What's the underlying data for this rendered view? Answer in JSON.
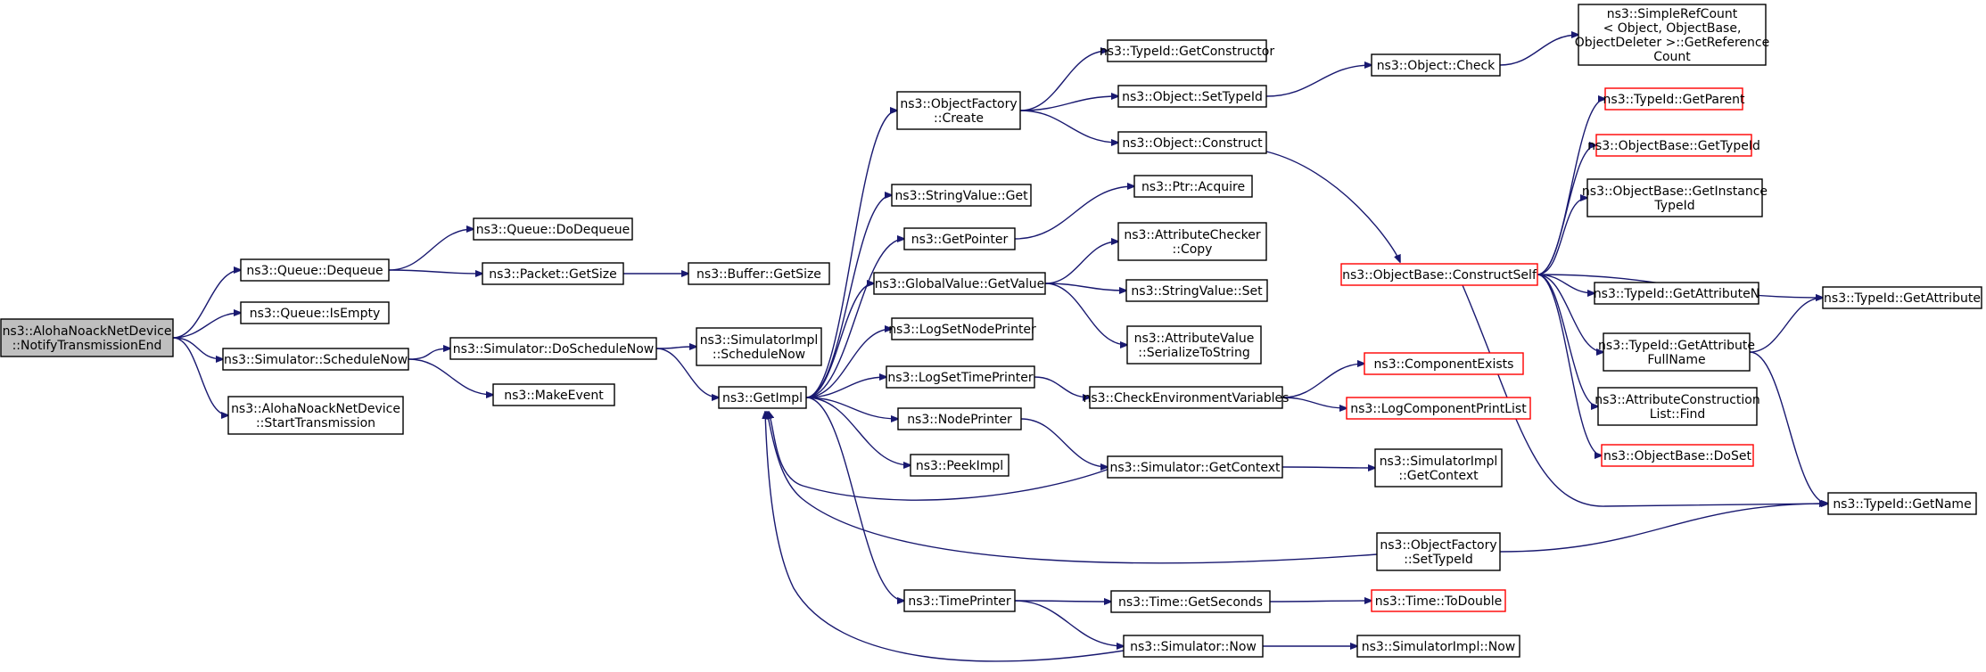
{
  "title": "",
  "colors": {
    "edge": "#191970",
    "root_fill": "#bfbfbf",
    "link_border": "#000000",
    "truncated_border": "#ff0000"
  },
  "nodes": [
    {
      "id": "root",
      "lines": [
        "ns3::AlohaNoackNetDevice",
        "::NotifyTransmissionEnd"
      ],
      "style": "root"
    },
    {
      "id": "q_dequeue",
      "lines": [
        "ns3::Queue::Dequeue"
      ]
    },
    {
      "id": "q_isempty",
      "lines": [
        "ns3::Queue::IsEmpty"
      ]
    },
    {
      "id": "sim_schednow",
      "lines": [
        "ns3::Simulator::ScheduleNow"
      ]
    },
    {
      "id": "aloha_start",
      "lines": [
        "ns3::AlohaNoackNetDevice",
        "::StartTransmission"
      ]
    },
    {
      "id": "q_dodequeue",
      "lines": [
        "ns3::Queue::DoDequeue"
      ]
    },
    {
      "id": "pkt_getsize",
      "lines": [
        "ns3::Packet::GetSize"
      ]
    },
    {
      "id": "buf_getsize",
      "lines": [
        "ns3::Buffer::GetSize"
      ]
    },
    {
      "id": "sim_doschednow",
      "lines": [
        "ns3::Simulator::DoScheduleNow"
      ]
    },
    {
      "id": "makeevent",
      "lines": [
        "ns3::MakeEvent"
      ]
    },
    {
      "id": "simimpl_schednow",
      "lines": [
        "ns3::SimulatorImpl",
        "::ScheduleNow"
      ]
    },
    {
      "id": "getimpl",
      "lines": [
        "ns3::GetImpl"
      ]
    },
    {
      "id": "of_create",
      "lines": [
        "ns3::ObjectFactory",
        "::Create"
      ]
    },
    {
      "id": "sv_get",
      "lines": [
        "ns3::StringValue::Get"
      ]
    },
    {
      "id": "getpointer",
      "lines": [
        "ns3::GetPointer"
      ]
    },
    {
      "id": "gv_getvalue",
      "lines": [
        "ns3::GlobalValue::GetValue"
      ]
    },
    {
      "id": "logsetnode",
      "lines": [
        "ns3::LogSetNodePrinter"
      ]
    },
    {
      "id": "logsettime",
      "lines": [
        "ns3::LogSetTimePrinter"
      ]
    },
    {
      "id": "nodeprinter",
      "lines": [
        "ns3::NodePrinter"
      ]
    },
    {
      "id": "peekimpl",
      "lines": [
        "ns3::PeekImpl"
      ]
    },
    {
      "id": "timeprinter",
      "lines": [
        "ns3::TimePrinter"
      ]
    },
    {
      "id": "tid_getctor",
      "lines": [
        "ns3::TypeId::GetConstructor"
      ]
    },
    {
      "id": "obj_settypeid",
      "lines": [
        "ns3::Object::SetTypeId"
      ]
    },
    {
      "id": "obj_construct",
      "lines": [
        "ns3::Object::Construct"
      ]
    },
    {
      "id": "ptr_acquire",
      "lines": [
        "ns3::Ptr::Acquire"
      ]
    },
    {
      "id": "attrchecker_copy",
      "lines": [
        "ns3::AttributeChecker",
        "::Copy"
      ]
    },
    {
      "id": "sv_set",
      "lines": [
        "ns3::StringValue::Set"
      ]
    },
    {
      "id": "av_serialize",
      "lines": [
        "ns3::AttributeValue",
        "::SerializeToString"
      ]
    },
    {
      "id": "checkenv",
      "lines": [
        "ns3::CheckEnvironmentVariables"
      ]
    },
    {
      "id": "sim_getcontext",
      "lines": [
        "ns3::Simulator::GetContext"
      ]
    },
    {
      "id": "of_settypeid",
      "lines": [
        "ns3::ObjectFactory",
        "::SetTypeId"
      ]
    },
    {
      "id": "time_getseconds",
      "lines": [
        "ns3::Time::GetSeconds"
      ]
    },
    {
      "id": "sim_now",
      "lines": [
        "ns3::Simulator::Now"
      ]
    },
    {
      "id": "obj_check",
      "lines": [
        "ns3::Object::Check"
      ]
    },
    {
      "id": "ob_constructself",
      "lines": [
        "ns3::ObjectBase::ConstructSelf"
      ],
      "style": "red"
    },
    {
      "id": "compexists",
      "lines": [
        "ns3::ComponentExists"
      ],
      "style": "red"
    },
    {
      "id": "logcompprint",
      "lines": [
        "ns3::LogComponentPrintList"
      ],
      "style": "red"
    },
    {
      "id": "simimpl_getcontext",
      "lines": [
        "ns3::SimulatorImpl",
        "::GetContext"
      ]
    },
    {
      "id": "time_todouble",
      "lines": [
        "ns3::Time::ToDouble"
      ],
      "style": "red"
    },
    {
      "id": "simimpl_now",
      "lines": [
        "ns3::SimulatorImpl::Now"
      ]
    },
    {
      "id": "simplerefcount",
      "lines": [
        "ns3::SimpleRefCount",
        "< Object, ObjectBase,",
        "ObjectDeleter >::GetReference",
        "Count"
      ]
    },
    {
      "id": "tid_getparent",
      "lines": [
        "ns3::TypeId::GetParent"
      ],
      "style": "red"
    },
    {
      "id": "ob_gettypeid",
      "lines": [
        "ns3::ObjectBase::GetTypeId"
      ],
      "style": "red"
    },
    {
      "id": "ob_getinstance",
      "lines": [
        "ns3::ObjectBase::GetInstance",
        "TypeId"
      ]
    },
    {
      "id": "tid_getattrn",
      "lines": [
        "ns3::TypeId::GetAttributeN"
      ]
    },
    {
      "id": "tid_getattrfull",
      "lines": [
        "ns3::TypeId::GetAttribute",
        "FullName"
      ]
    },
    {
      "id": "acl_find",
      "lines": [
        "ns3::AttributeConstruction",
        "List::Find"
      ]
    },
    {
      "id": "ob_doset",
      "lines": [
        "ns3::ObjectBase::DoSet"
      ],
      "style": "red"
    },
    {
      "id": "tid_getattr",
      "lines": [
        "ns3::TypeId::GetAttribute"
      ]
    },
    {
      "id": "tid_getname",
      "lines": [
        "ns3::TypeId::GetName"
      ]
    }
  ],
  "edges": [
    [
      "root",
      "q_dequeue"
    ],
    [
      "root",
      "q_isempty"
    ],
    [
      "root",
      "sim_schednow"
    ],
    [
      "root",
      "aloha_start"
    ],
    [
      "q_dequeue",
      "q_dodequeue"
    ],
    [
      "q_dequeue",
      "pkt_getsize"
    ],
    [
      "pkt_getsize",
      "buf_getsize"
    ],
    [
      "sim_schednow",
      "sim_doschednow"
    ],
    [
      "sim_schednow",
      "makeevent"
    ],
    [
      "sim_doschednow",
      "simimpl_schednow"
    ],
    [
      "sim_doschednow",
      "getimpl"
    ],
    [
      "getimpl",
      "of_create"
    ],
    [
      "getimpl",
      "sv_get"
    ],
    [
      "getimpl",
      "getpointer"
    ],
    [
      "getimpl",
      "gv_getvalue"
    ],
    [
      "getimpl",
      "logsetnode"
    ],
    [
      "getimpl",
      "logsettime"
    ],
    [
      "getimpl",
      "nodeprinter"
    ],
    [
      "getimpl",
      "peekimpl"
    ],
    [
      "getimpl",
      "timeprinter"
    ],
    [
      "of_create",
      "tid_getctor"
    ],
    [
      "of_create",
      "obj_settypeid"
    ],
    [
      "of_create",
      "obj_construct"
    ],
    [
      "obj_settypeid",
      "obj_check"
    ],
    [
      "obj_check",
      "simplerefcount"
    ],
    [
      "obj_construct",
      "ob_constructself"
    ],
    [
      "getpointer",
      "ptr_acquire"
    ],
    [
      "gv_getvalue",
      "attrchecker_copy"
    ],
    [
      "gv_getvalue",
      "sv_set"
    ],
    [
      "gv_getvalue",
      "av_serialize"
    ],
    [
      "logsettime",
      "checkenv"
    ],
    [
      "checkenv",
      "compexists"
    ],
    [
      "checkenv",
      "logcompprint"
    ],
    [
      "nodeprinter",
      "sim_getcontext"
    ],
    [
      "sim_getcontext",
      "simimpl_getcontext"
    ],
    [
      "sim_getcontext",
      "getimpl"
    ],
    [
      "of_settypeid",
      "getimpl"
    ],
    [
      "of_settypeid",
      "tid_getname"
    ],
    [
      "timeprinter",
      "time_getseconds"
    ],
    [
      "timeprinter",
      "sim_now"
    ],
    [
      "time_getseconds",
      "time_todouble"
    ],
    [
      "sim_now",
      "simimpl_now"
    ],
    [
      "sim_now",
      "getimpl"
    ],
    [
      "ob_constructself",
      "tid_getparent"
    ],
    [
      "ob_constructself",
      "ob_gettypeid"
    ],
    [
      "ob_constructself",
      "ob_getinstance"
    ],
    [
      "ob_constructself",
      "tid_getattr"
    ],
    [
      "ob_constructself",
      "tid_getattrn"
    ],
    [
      "ob_constructself",
      "tid_getattrfull"
    ],
    [
      "ob_constructself",
      "acl_find"
    ],
    [
      "ob_constructself",
      "ob_doset"
    ],
    [
      "ob_constructself",
      "tid_getname"
    ],
    [
      "tid_getattrfull",
      "tid_getattr"
    ],
    [
      "tid_getattrfull",
      "tid_getname"
    ]
  ]
}
